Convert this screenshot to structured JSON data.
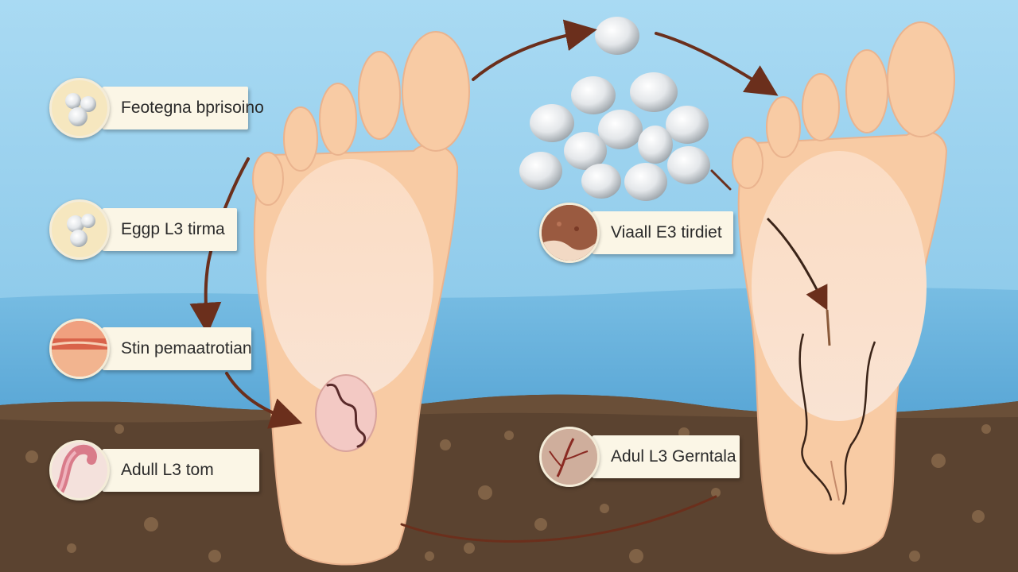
{
  "labels": {
    "feeding": "Feotegna bprisoino",
    "eggs": "Eggp L3 tirma",
    "skin": "Stin pemaatrotian",
    "adult_left": "Adull L3 tom",
    "vial": "Viaall E3 tirdiet",
    "adult_right": "Adul L3 Gerntala"
  },
  "colors": {
    "sky": "#9fd3ee",
    "water": "#6fb7df",
    "soil": "#5b4330",
    "skin": "#f8cfa8",
    "arrow": "#6b2f1c"
  }
}
